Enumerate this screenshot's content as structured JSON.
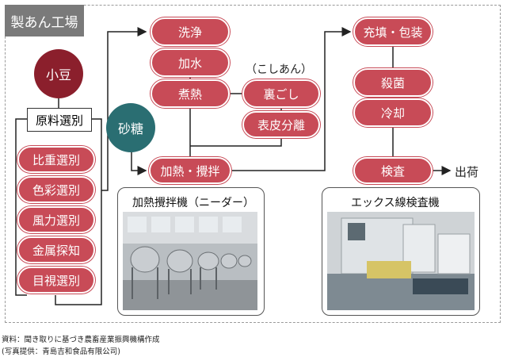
{
  "title": "製あん工場",
  "nodes": {
    "azuki": "小豆",
    "genryo": "原料選別",
    "hijyu": "比重選別",
    "shikisai": "色彩選別",
    "furyoku": "風力選別",
    "kinzoku": "金属探知",
    "mokushi": "目視選別",
    "senjo": "洗浄",
    "kasui": "加水",
    "shanetsu": "煮熱",
    "koshian_label": "（こしあん）",
    "uragoshi": "裏ごし",
    "hyohi": "表皮分離",
    "sato": "砂糖",
    "kanetsu": "加熱・攪拌",
    "juten": "充填・包装",
    "sakkin": "殺菌",
    "reikyaku": "冷却",
    "kensa": "検査",
    "shukka": "出荷"
  },
  "photos": {
    "mixer_title": "加熱攪拌機（ニーダー）",
    "xray_title": "エックス線検査機"
  },
  "footer": {
    "source": "資料：聞き取りに基づき農畜産業振興機構作成",
    "photo_credit": "(写真提供：青島吉和食品有限公司)"
  }
}
